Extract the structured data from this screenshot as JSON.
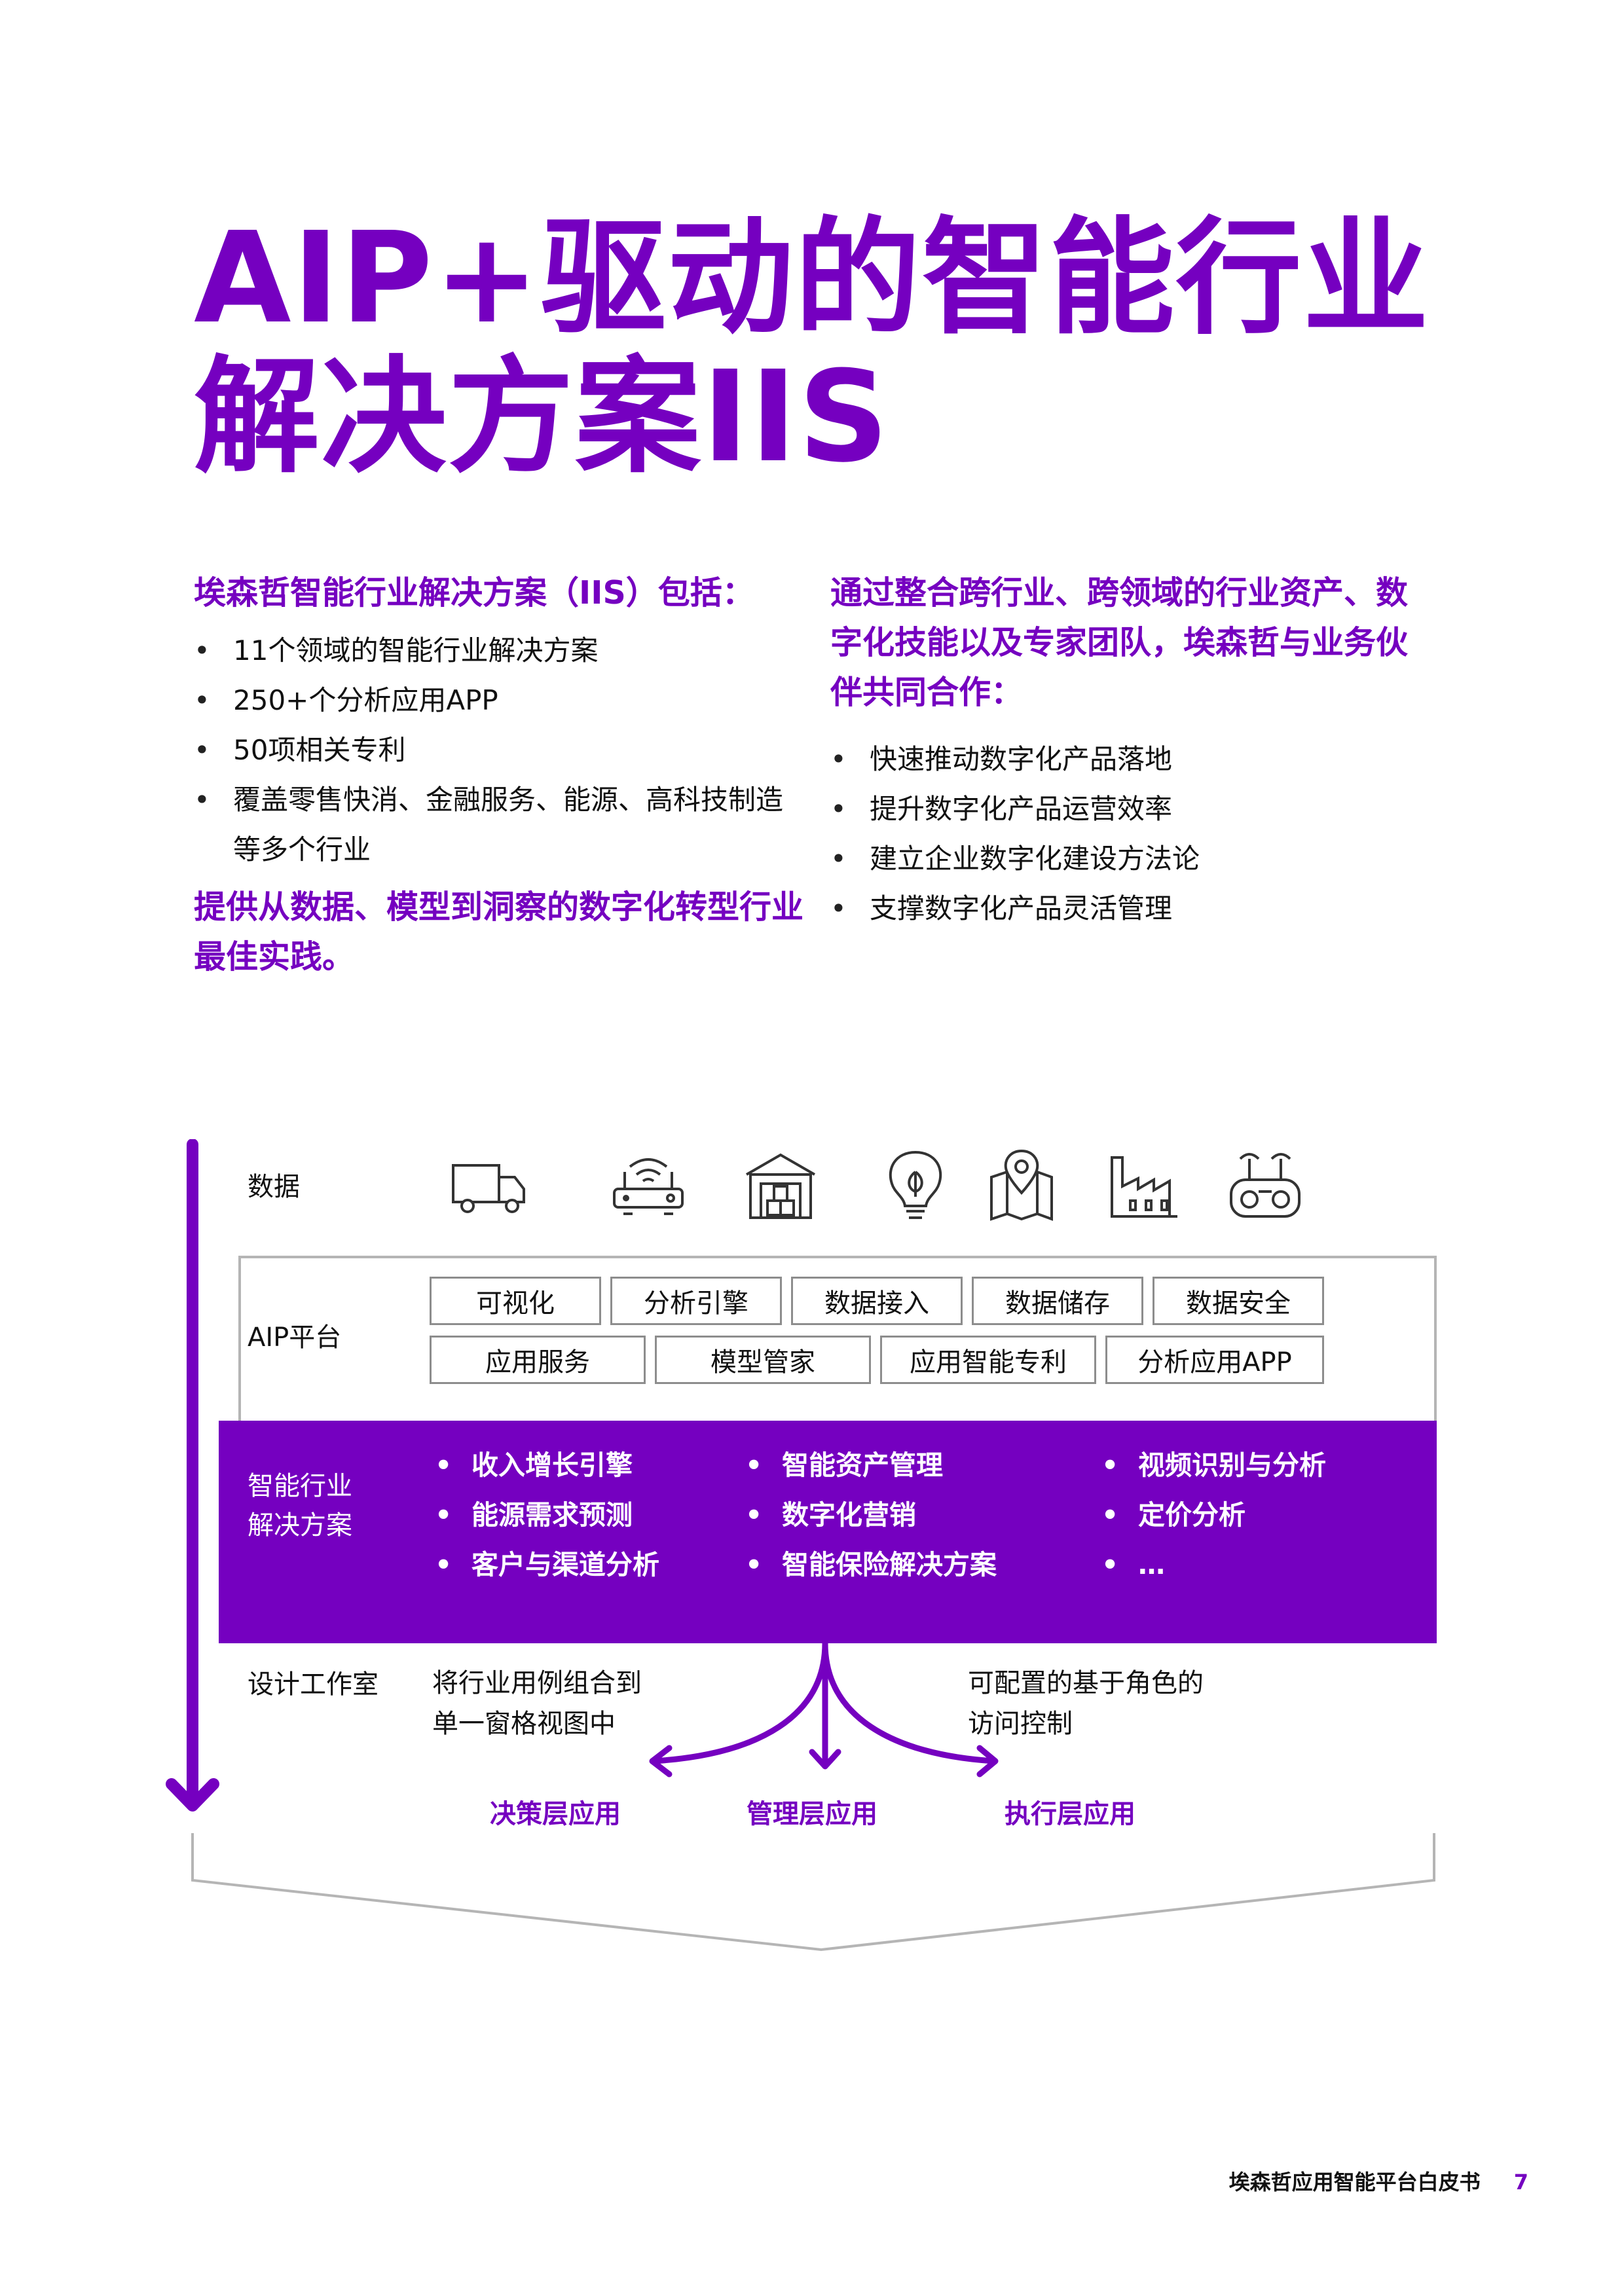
{
  "title": {
    "line1": "AIP+驱动的智能行业",
    "line2": "解决方案IIS"
  },
  "left": {
    "heading": "埃森哲智能行业解决方案（IIS）包括：",
    "bullets": [
      "11个领域的智能行业解决方案",
      "250+个分析应用APP",
      "50项相关专利",
      "覆盖零售快消、金融服务、能源、高科技制造等多个行业"
    ],
    "closing": "提供从数据、模型到洞察的数字化转型行业最佳实践。"
  },
  "right": {
    "heading": "通过整合跨行业、跨领域的行业资产、数字化技能以及专家团队，埃森哲与业务伙伴共同合作：",
    "bullets": [
      "快速推动数字化产品落地",
      "提升数字化产品运营效率",
      "建立企业数字化建设方法论",
      "支撑数字化产品灵活管理"
    ]
  },
  "diagram": {
    "data_label": "数据",
    "data_icons": [
      "truck-icon",
      "router-icon",
      "warehouse-icon",
      "lightbulb-leaf-icon",
      "map-pin-icon",
      "factory-icon",
      "drone-controller-icon"
    ],
    "aip_label": "AIP平台",
    "aip_row1": [
      "可视化",
      "分析引擎",
      "数据接入",
      "数据储存",
      "数据安全"
    ],
    "aip_row2": [
      "应用服务",
      "模型管家",
      "应用智能专利",
      "分析应用APP"
    ],
    "iis_label_line1": "智能行业",
    "iis_label_line2": "解决方案",
    "iis_col1": [
      "收入增长引擎",
      "能源需求预测",
      "客户与渠道分析"
    ],
    "iis_col2": [
      "智能资产管理",
      "数字化营销",
      "智能保险解决方案"
    ],
    "iis_col3": [
      "视频识别与分析",
      "定价分析",
      "…"
    ],
    "studio_label": "设计工作室",
    "studio_left_line1": "将行业用例组合到",
    "studio_left_line2": "单一窗格视图中",
    "studio_right_line1": "可配置的基于角色的",
    "studio_right_line2": "访问控制",
    "layers": [
      "决策层应用",
      "管理层应用",
      "执行层应用"
    ],
    "accent_color": "#7500c0"
  },
  "footer": {
    "title": "埃森哲应用智能平台白皮书",
    "page": "7"
  }
}
